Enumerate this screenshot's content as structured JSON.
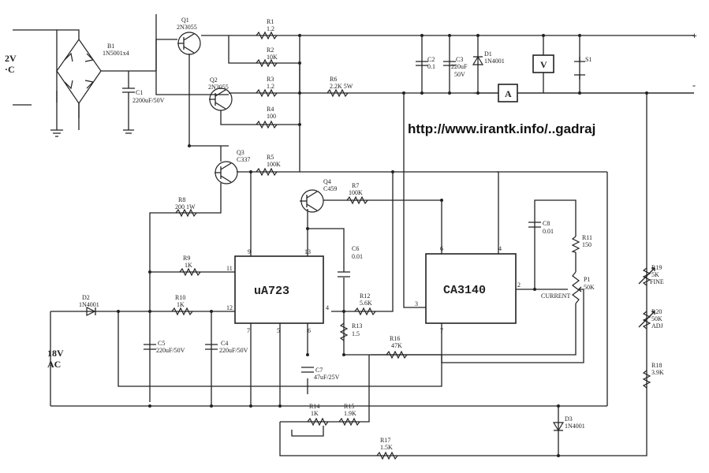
{
  "watermark_url": "http://www.irantk.info/..gadraj",
  "inputs": {
    "ac_top": "2V",
    "ac_top2": "·C",
    "ac_bottom_v": "18V",
    "ac_bottom": "AC"
  },
  "output": {
    "plus": "+",
    "minus": "-"
  },
  "meters": {
    "voltmeter": "V",
    "ammeter": "A"
  },
  "ics": {
    "u1": "uA723",
    "u2": "CA3140"
  },
  "labels": {
    "b1": "B1",
    "b1_v": "1N5001x4",
    "c1": "C1",
    "c1_v": "2200uF/50V",
    "q1": "Q1",
    "q1_v": "2N3055",
    "q2": "Q2",
    "q2_v": "2N3055",
    "q3": "Q3",
    "q3_v": "C337",
    "q4": "Q4",
    "q4_v": "C459",
    "r1": "R1",
    "r1_v": "1.2",
    "r2": "R2",
    "r2_v": "10K",
    "r3": "R3",
    "r3_v": "1.2",
    "r4": "R4",
    "r4_v": "100",
    "r5": "R5",
    "r5_v": "100K",
    "r6": "R6",
    "r6_v": "2.2K 5W",
    "r7": "R7",
    "r7_v": "100K",
    "r8": "R8",
    "r8_v": "200 1W",
    "r9": "R9",
    "r9_v": "1K",
    "r10": "R10",
    "r10_v": "1K",
    "r11": "R11",
    "r11_v": "150",
    "r12": "R12",
    "r12_v": "5.6K",
    "r13": "R13",
    "r13_v": "1.5",
    "r14": "R14",
    "r14_v": "1K",
    "r15": "R15",
    "r15_v": "1.9K",
    "r16": "R16",
    "r16_v": "47K",
    "r17": "R17",
    "r17_v": "1.5K",
    "r18": "R18",
    "r18_v": "3.9K",
    "r19": "R19",
    "r19_v": "5K",
    "r19_n": "FINE",
    "r20": "R20",
    "r20_v": "50K",
    "r20_n": "ADJ",
    "c2": "C2",
    "c2_v": "0.1",
    "c3": "C3",
    "c3_v": "220uF",
    "c3_v2": "50V",
    "c4": "C4",
    "c4_v": "220uF/50V",
    "c5": "C5",
    "c5_v": "220uF/50V",
    "c6": "C6",
    "c6_v": "0.01",
    "c7": "C7",
    "c7_v": "47uF/25V",
    "c8": "C8",
    "c8_v": "0.01",
    "d1": "D1",
    "d1_v": "1N4001",
    "d2": "D2",
    "d2_v": "1N4001",
    "d3": "D3",
    "d3_v": "1N4001",
    "s1": "S1",
    "p1": "P1",
    "p1_v": "50K",
    "p1_n": "CURRENT"
  },
  "pins": {
    "u1_9": "9",
    "u1_13": "13",
    "u1_11": "11",
    "u1_12": "12",
    "u1_4": "4",
    "u1_7": "7",
    "u1_5": "5",
    "u1_6": "6",
    "u2_6": "6",
    "u2_4": "4",
    "u2_3": "3",
    "u2_2": "2",
    "u2_7": "7"
  }
}
